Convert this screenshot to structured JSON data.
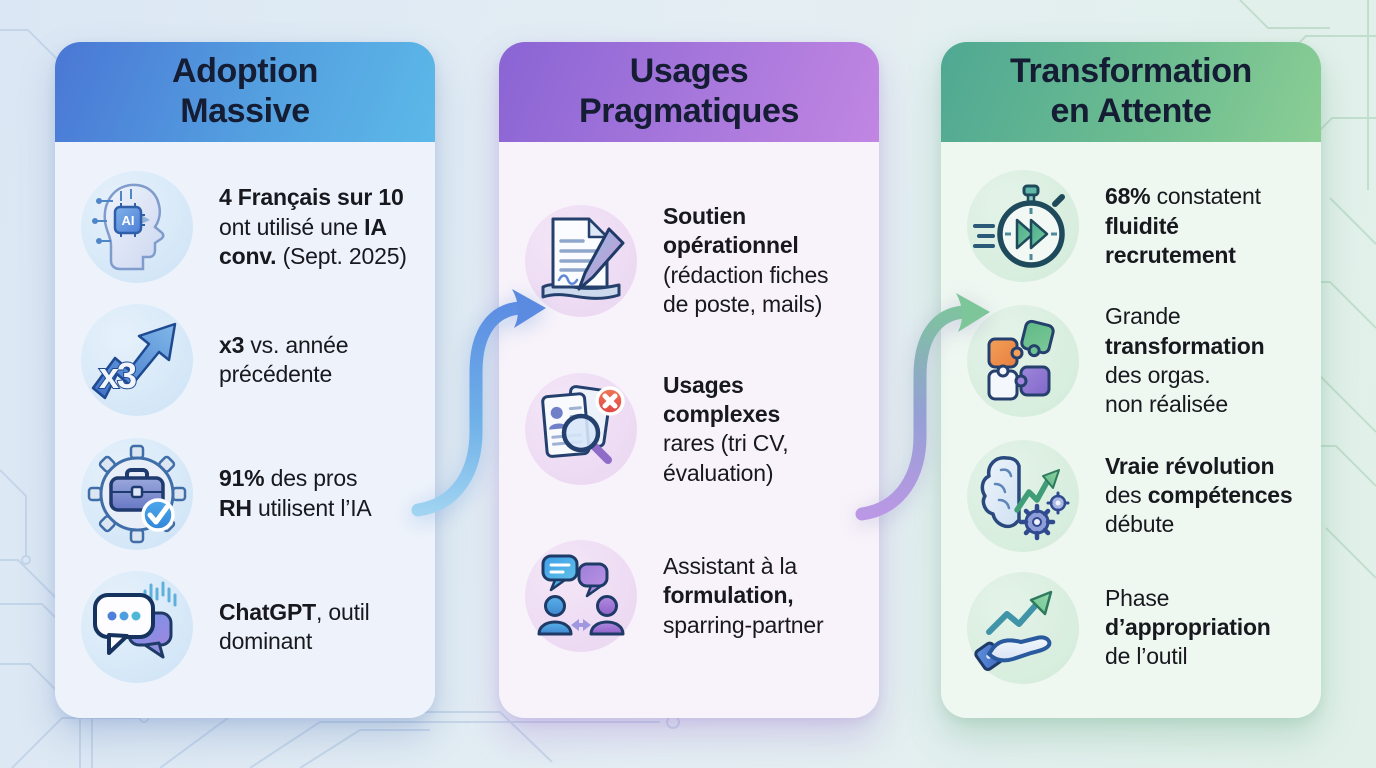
{
  "infographic": {
    "background": {
      "left_tint": "#dbe7f4",
      "right_tint": "#e1f1e9",
      "circuit_line_blue": "#b4c9e2",
      "circuit_line_green": "#a9cfb6"
    },
    "columns": [
      {
        "id": "adoption",
        "title_lines": [
          "Adoption",
          "Massive"
        ],
        "header_style": "background:linear-gradient(112deg,#4a77d5 0%,#54a0e0 55%,#5cb9e8 100%)",
        "body_style": "background:#eef3fb",
        "circle_style": "background:radial-gradient(circle at 35% 30%,#e6f1fb,#cde3f6)",
        "items": [
          {
            "icon": "ai-head-icon",
            "lines": [
              [
                {
                  "t": "4 Français sur 10",
                  "b": 1
                }
              ],
              [
                {
                  "t": "ont utilisé une ",
                  "b": 0
                },
                {
                  "t": "IA",
                  "b": 1
                }
              ],
              [
                {
                  "t": "conv.",
                  "b": 1
                },
                {
                  "t": " (Sept. 2025)",
                  "b": 0
                }
              ]
            ]
          },
          {
            "icon": "x3-growth-arrow-icon",
            "lines": [
              [
                {
                  "t": "x3",
                  "b": 1
                },
                {
                  "t": " vs. année",
                  "b": 0
                }
              ],
              [
                {
                  "t": "précédente",
                  "b": 0
                }
              ]
            ]
          },
          {
            "icon": "briefcase-gear-check-icon",
            "lines": [
              [
                {
                  "t": "91%",
                  "b": 1
                },
                {
                  "t": " des pros",
                  "b": 0
                }
              ],
              [
                {
                  "t": "RH",
                  "b": 1
                },
                {
                  "t": " utilisent l’IA",
                  "b": 0
                }
              ]
            ]
          },
          {
            "icon": "chat-bubbles-icon",
            "lines": [
              [
                {
                  "t": "ChatGPT",
                  "b": 1
                },
                {
                  "t": ", outil",
                  "b": 0
                }
              ],
              [
                {
                  "t": "dominant",
                  "b": 0
                }
              ]
            ]
          }
        ]
      },
      {
        "id": "usages",
        "title_lines": [
          "Usages",
          "Pragmatiques"
        ],
        "header_style": "background:linear-gradient(112deg,#8a64d4 0%,#a878dc 55%,#c186e2 100%)",
        "body_style": "background:#f8f3fa",
        "circle_style": "background:radial-gradient(circle at 35% 30%,#f4e6f7,#e9d5f1)",
        "items": [
          {
            "icon": "document-pen-icon",
            "lines": [
              [
                {
                  "t": "Soutien",
                  "b": 1
                }
              ],
              [
                {
                  "t": "opérationnel",
                  "b": 1
                }
              ],
              [
                {
                  "t": "(rédaction fiches",
                  "b": 0
                }
              ],
              [
                {
                  "t": "de poste, mails)",
                  "b": 0
                }
              ]
            ]
          },
          {
            "icon": "cv-reject-magnifier-icon",
            "lines": [
              [
                {
                  "t": "Usages",
                  "b": 1
                }
              ],
              [
                {
                  "t": "complexes",
                  "b": 1
                }
              ],
              [
                {
                  "t": "rares (tri CV,",
                  "b": 0
                }
              ],
              [
                {
                  "t": "évaluation)",
                  "b": 0
                }
              ]
            ]
          },
          {
            "icon": "people-dialog-icon",
            "lines": [
              [
                {
                  "t": "Assistant à la",
                  "b": 0
                }
              ],
              [
                {
                  "t": "formulation,",
                  "b": 1
                }
              ],
              [
                {
                  "t": "sparring-partner",
                  "b": 0
                }
              ]
            ]
          }
        ]
      },
      {
        "id": "transformation",
        "title_lines": [
          "Transformation",
          "en Attente"
        ],
        "header_style": "background:linear-gradient(112deg,#4fa893 0%,#6cbc90 55%,#8bce95 100%)",
        "body_style": "background:#eff7f1",
        "circle_style": "background:radial-gradient(circle at 35% 30%,#e4f3e8,#d2ebda)",
        "items": [
          {
            "icon": "stopwatch-fast-forward-icon",
            "lines": [
              [
                {
                  "t": "68%",
                  "b": 1
                },
                {
                  "t": " constatent",
                  "b": 0
                }
              ],
              [
                {
                  "t": "fluidité",
                  "b": 1
                }
              ],
              [
                {
                  "t": "recrutement",
                  "b": 1
                }
              ]
            ]
          },
          {
            "icon": "puzzle-pieces-icon",
            "lines": [
              [
                {
                  "t": "Grande",
                  "b": 0
                }
              ],
              [
                {
                  "t": "transformation",
                  "b": 1
                }
              ],
              [
                {
                  "t": "des orgas.",
                  "b": 0
                }
              ],
              [
                {
                  "t": "non réalisée",
                  "b": 0
                }
              ]
            ]
          },
          {
            "icon": "brain-gears-arrow-icon",
            "lines": [
              [
                {
                  "t": "Vraie révolution",
                  "b": 1
                }
              ],
              [
                {
                  "t": "des ",
                  "b": 0
                },
                {
                  "t": "compétences",
                  "b": 1
                }
              ],
              [
                {
                  "t": "débute",
                  "b": 0
                }
              ]
            ]
          },
          {
            "icon": "hand-growth-arrow-icon",
            "lines": [
              [
                {
                  "t": "Phase",
                  "b": 0
                }
              ],
              [
                {
                  "t": "d’appropriation",
                  "b": 1
                }
              ],
              [
                {
                  "t": "de l’outil",
                  "b": 0
                }
              ]
            ]
          }
        ]
      }
    ],
    "arrows": [
      {
        "name": "flow-arrow-1",
        "gradient": [
          "#a4d6f2",
          "#6fb0e8",
          "#5a8ae2"
        ],
        "head_color": "#5b8be0"
      },
      {
        "name": "flow-arrow-2",
        "gradient": [
          "#bd97e6",
          "#94a0d4",
          "#7cc69a"
        ],
        "head_color": "#7cc69a"
      }
    ]
  }
}
